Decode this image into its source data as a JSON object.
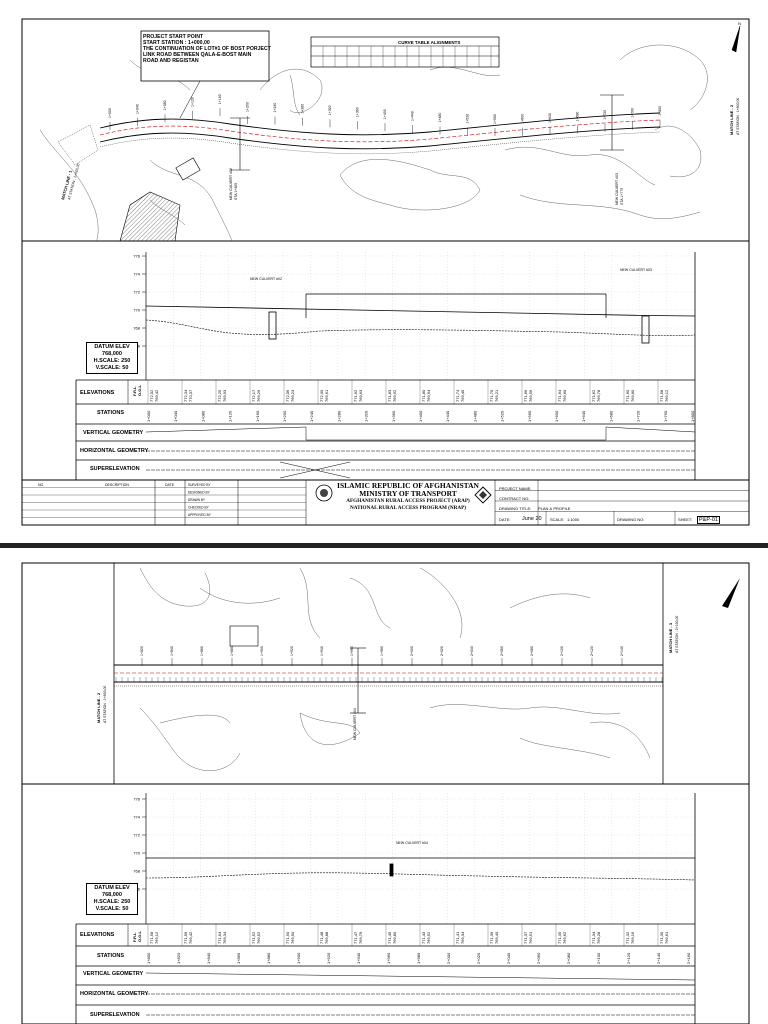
{
  "sheet1": {
    "project_note": [
      "PROJECT START POINT",
      "START STATION : 1+000,00",
      "THE CONTINUATION OF LOT#1 OF BOST PORJECT",
      "LINK ROAD BETWEEN QALA-E-BOST MAIN",
      "ROAD AND REGISTAN"
    ],
    "curve_table_title": "CURVE TABLE ALIGNMENTS",
    "match_left": "MATCH LINE - 1",
    "match_left_sub": "AT STATION : 1+000,00",
    "match_right": "MATCH LINE - 2",
    "match_right_sub": "AT STATION : 1+800,00",
    "culvert_label": "NEW CULVERT #02",
    "culvert_sta": "STA 1+465",
    "culvert_label_2": "NEW CULVERT #03",
    "culvert_sta_2": "STA 1+779",
    "station_ticks": [
      "1+000",
      "1+040",
      "1+080",
      "1+120",
      "1+160",
      "1+200",
      "1+240",
      "1+280",
      "1+320",
      "1+360",
      "1+400",
      "1+440",
      "1+480",
      "1+520",
      "1+560",
      "1+600",
      "1+640",
      "1+680",
      "1+720",
      "1+760",
      "1+800"
    ],
    "datum": [
      "DATUM ELEV",
      "768,000",
      "H.SCALE: 250",
      "V.SCALE: 50"
    ],
    "profile_elev_ticks": [
      "776",
      "774",
      "772",
      "770",
      "768",
      "766"
    ],
    "rows": [
      "ELEVATIONS",
      "STATIONS",
      "VERTICAL GEOMETRY",
      "HORIZONTAL GEOMETRY",
      "SUPERELEVATION"
    ],
    "elev_side": [
      "F.R.L",
      "O.G.L"
    ],
    "frl": [
      "772,02",
      "772,34",
      "772,25",
      "772,17",
      "772,06",
      "772,00",
      "771,92",
      "771,83",
      "771,80",
      "771,74",
      "771,70",
      "771,66",
      "771,64",
      "771,62",
      "771,60",
      "771,58"
    ],
    "ogl": [
      "769,42",
      "770,37",
      "769,93",
      "769,29",
      "769,23",
      "769,61",
      "769,63",
      "769,92",
      "769,94",
      "769,40",
      "769,21",
      "769,56",
      "769,60",
      "769,78",
      "769,80",
      "769,12"
    ],
    "stations": [
      "1+000",
      "1+020",
      "1+040",
      "1+060",
      "1+080",
      "1+100",
      "1+120",
      "1+140",
      "1+160",
      "1+180",
      "1+200",
      "1+220",
      "1+240",
      "1+260",
      "1+280",
      "1+300",
      "1+320",
      "1+340",
      "1+360",
      "1+380",
      "1+400",
      "1+420",
      "1+440",
      "1+460",
      "1+480",
      "1+500",
      "1+520",
      "1+540",
      "1+560",
      "1+580",
      "1+600",
      "1+620",
      "1+640",
      "1+660",
      "1+680",
      "1+700",
      "1+720",
      "1+740",
      "1+760",
      "1+780",
      "1+800"
    ],
    "title_block": {
      "org_line1": "ISLAMIC REPUBLIC OF AFGHANISTAN",
      "org_line2": "MINISTRY OF TRANSPORT",
      "org_line3": "AFGHANISTAN RURAL ACCESS PROJECT (ARAP)",
      "org_line4": "NATIONAL RURAL ACCESS PROGRAM (NRAP)",
      "project_name_label": "PROJECT NAME:",
      "contract_label": "CONTRACT NO:",
      "drawing_title_label": "DRAWING TITLE:",
      "drawing_title": "PLAN & PROFILE",
      "date_label": "DATE:",
      "date_value": "June 20",
      "scale_label": "SCALE:",
      "scale_value": "1:1000",
      "drawing_no_label": "DRAWING NO:",
      "sheet_label": "SHEET:",
      "sheet_value": "P&P-01",
      "rev_headers": [
        "NO.",
        "DESCRIPTION",
        "DATE"
      ],
      "roles": [
        "SURVEYED BY",
        "DESIGNED BY",
        "DRAWN BY",
        "CHECKED BY",
        "APPROVED BY"
      ]
    }
  },
  "sheet2": {
    "match_left": "MATCH LINE - 2",
    "match_left_sub": "AT STATION : 1+800,00",
    "match_right": "MATCH LINE - 3",
    "match_right_sub": "AT STATION : 2+160,00",
    "culvert_label": "NEW CULVERT #04",
    "datum": [
      "DATUM ELEV",
      "768,000",
      "H.SCALE: 250",
      "V.SCALE: 50"
    ],
    "profile_elev_ticks": [
      "776",
      "774",
      "772",
      "770",
      "768",
      "766"
    ],
    "rows": [
      "ELEVATIONS",
      "STATIONS",
      "VERTICAL GEOMETRY",
      "HORIZONTAL GEOMETRY",
      "SUPERELEVATION"
    ],
    "elev_side": [
      "F.R.L",
      "O.G.L"
    ],
    "frl": [
      "771,58",
      "771,56",
      "771,54",
      "771,52",
      "771,50",
      "771,48",
      "771,47",
      "771,45",
      "771,43",
      "771,41",
      "771,39",
      "771,37",
      "771,35",
      "771,34",
      "771,32",
      "771,30"
    ],
    "ogl": [
      "769,12",
      "769,42",
      "769,34",
      "769,52",
      "769,50",
      "769,88",
      "769,79",
      "769,80",
      "769,52",
      "769,34",
      "769,40",
      "769,51",
      "769,62",
      "769,28",
      "769,16",
      "769,61"
    ],
    "stations": [
      "1+800",
      "1+820",
      "1+840",
      "1+860",
      "1+880",
      "1+900",
      "1+920",
      "1+940",
      "1+960",
      "1+980",
      "2+000",
      "2+020",
      "2+040",
      "2+060",
      "2+080",
      "2+100",
      "2+120",
      "2+140",
      "2+160"
    ],
    "station_ticks": [
      "1+820",
      "1+840",
      "1+860",
      "1+880",
      "1+900",
      "1+920",
      "1+940",
      "1+960",
      "1+980",
      "2+000",
      "2+020",
      "2+040",
      "2+060",
      "2+080",
      "2+100",
      "2+120",
      "2+140"
    ]
  },
  "colors": {
    "line": "#000000",
    "contour": "#555555",
    "road_center": "#cc0000",
    "hatch": "#333333"
  }
}
